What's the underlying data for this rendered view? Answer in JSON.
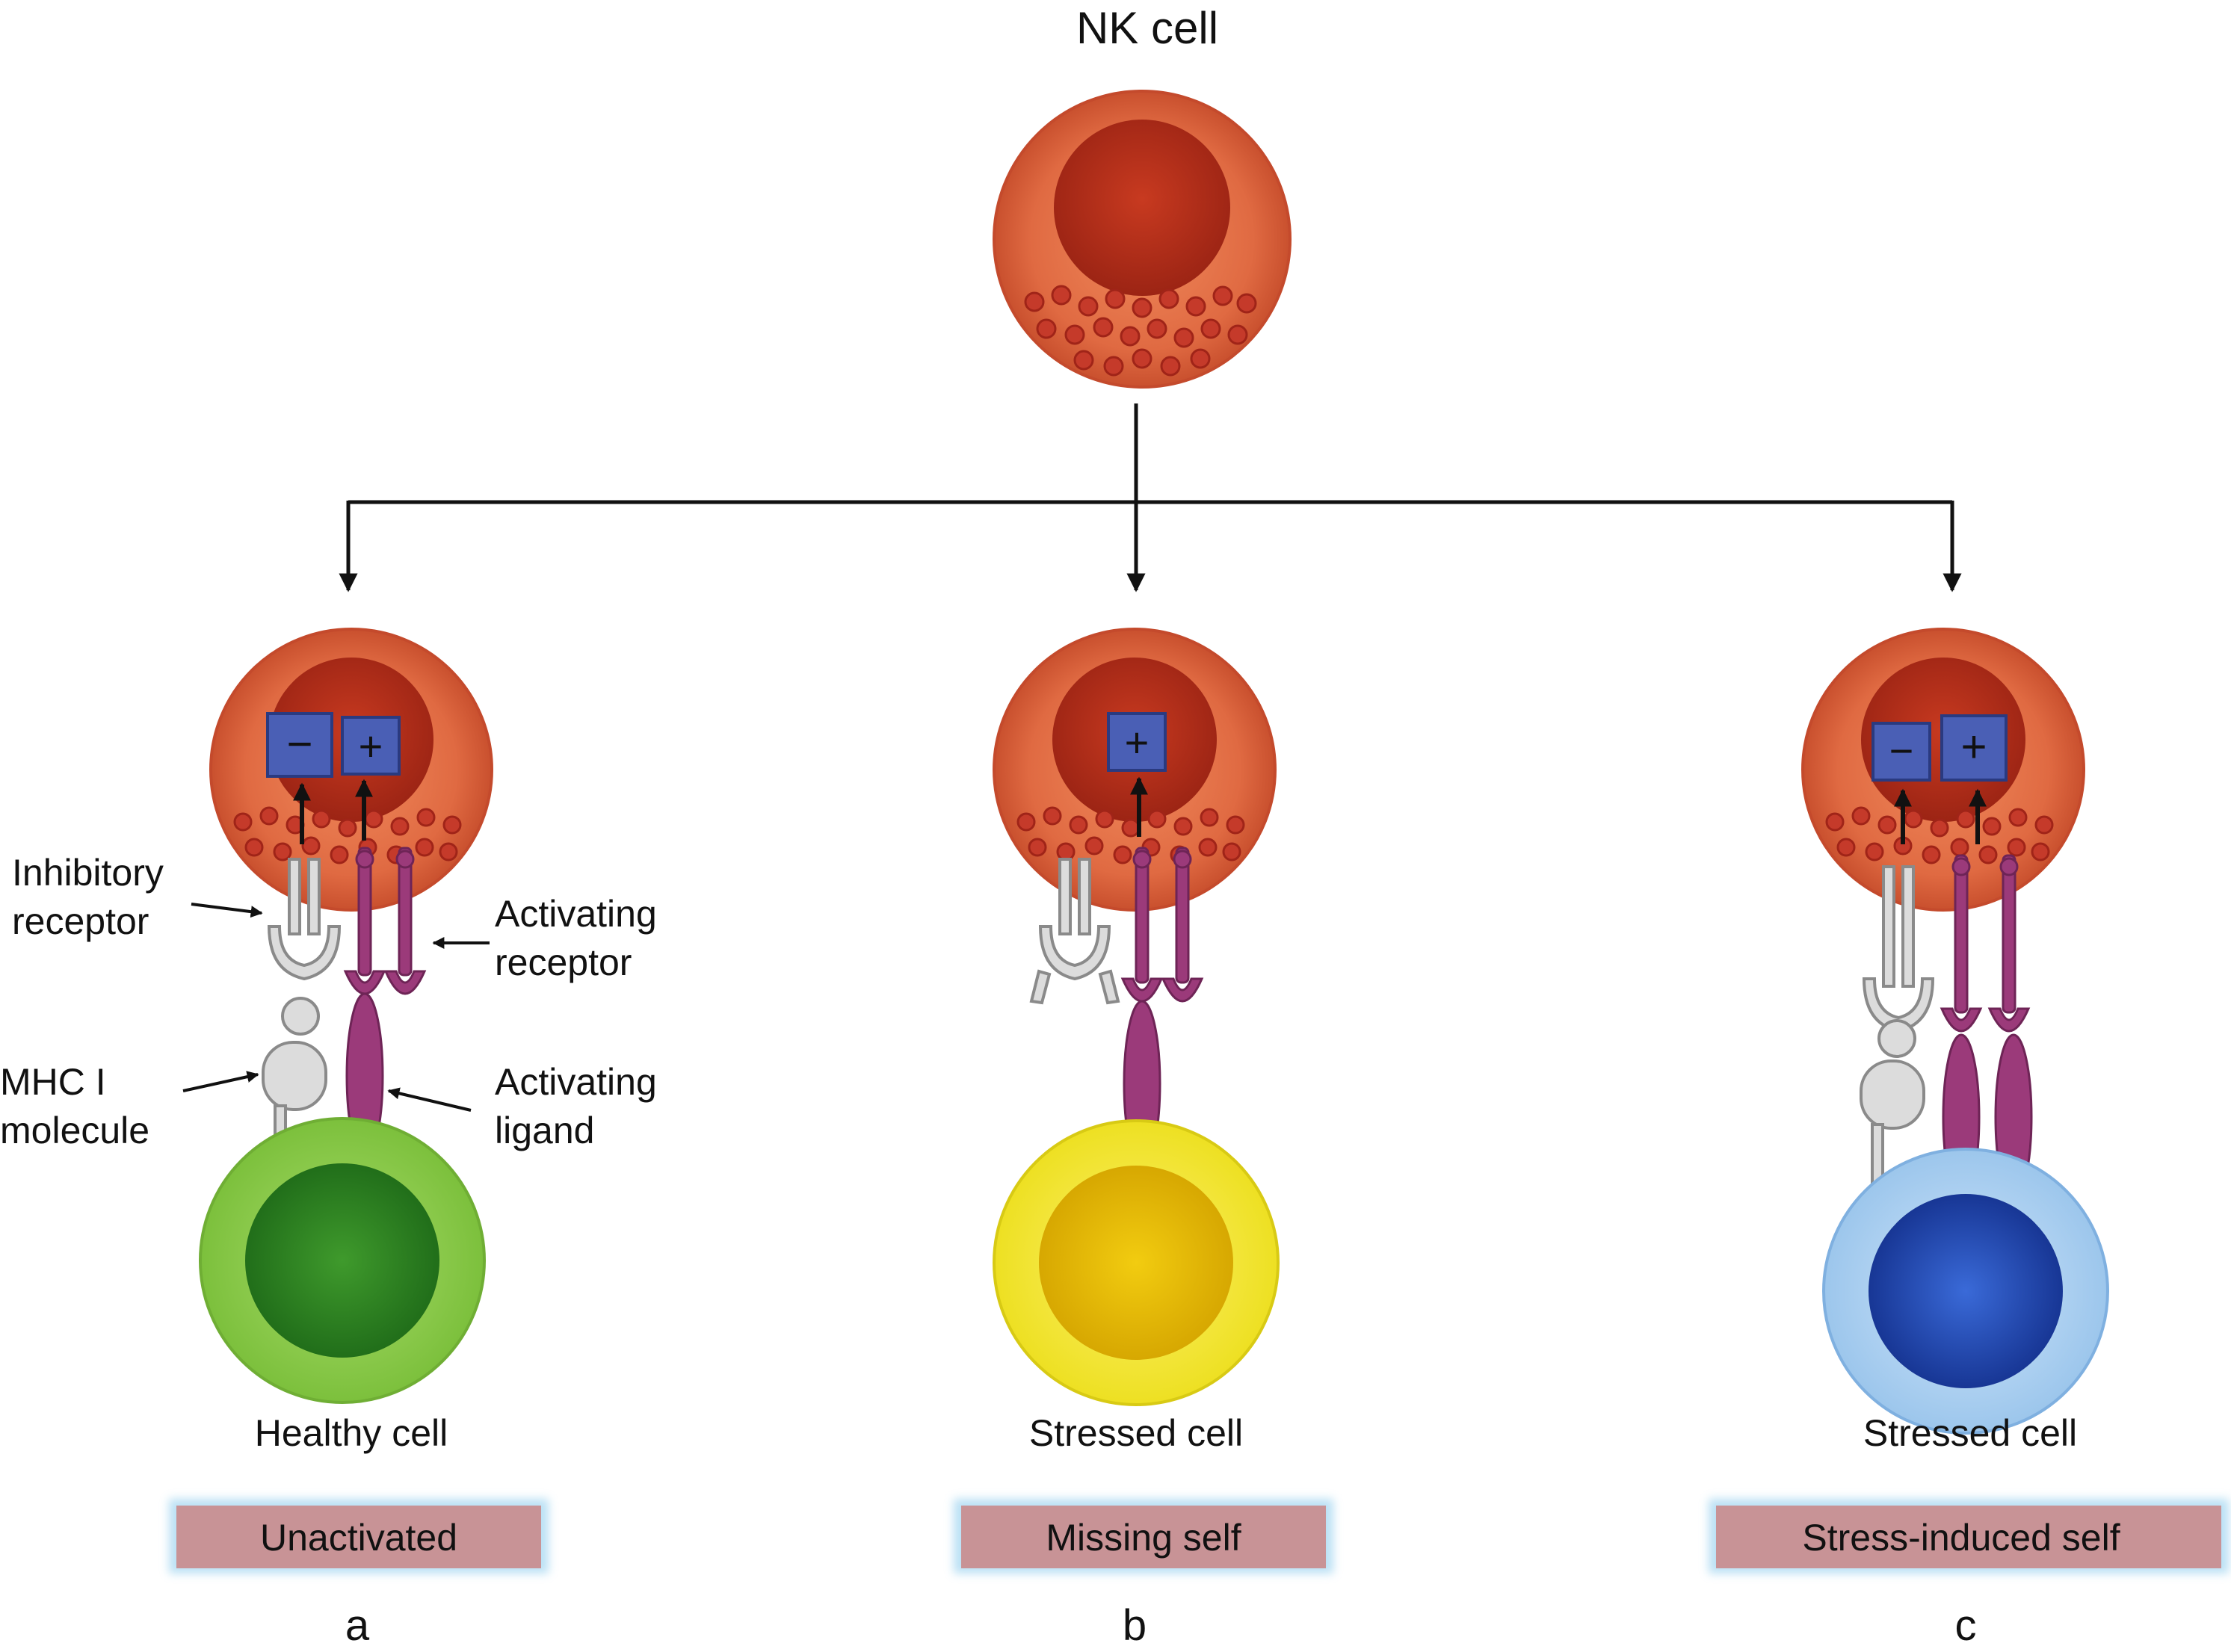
{
  "title": "NK cell",
  "annotations": {
    "inhibitory_receptor": [
      "Inhibitory",
      "receptor"
    ],
    "activating_receptor": [
      "Activating",
      "receptor"
    ],
    "mhc_molecule": [
      "MHC I",
      "molecule"
    ],
    "activating_ligand": [
      "Activating",
      "ligand"
    ]
  },
  "panels": [
    {
      "letter": "a",
      "cell_label": "Healthy cell",
      "outcome": "Unactivated",
      "signals": [
        "−",
        "+"
      ],
      "target_color": "green"
    },
    {
      "letter": "b",
      "cell_label": "Stressed cell",
      "outcome": "Missing self",
      "signals": [
        "+"
      ],
      "target_color": "yellow"
    },
    {
      "letter": "c",
      "cell_label": "Stressed cell",
      "outcome": "Stress-induced self",
      "signals": [
        "−",
        "+"
      ],
      "target_color": "blue"
    }
  ],
  "colors": {
    "nk_cell": "#d9583a",
    "nk_nucleus": "#b02a1a",
    "granule": "#c53a2a",
    "signal_box": "#4a5fb5",
    "activating_receptor": "#9b3a7a",
    "inhibitory_receptor": "#c8c8c8",
    "outcome_box": "#c89396",
    "healthy_cell": "#8fcc4a",
    "stressed_cell_b": "#f2e41a",
    "stressed_cell_c": "#a8cdee"
  }
}
